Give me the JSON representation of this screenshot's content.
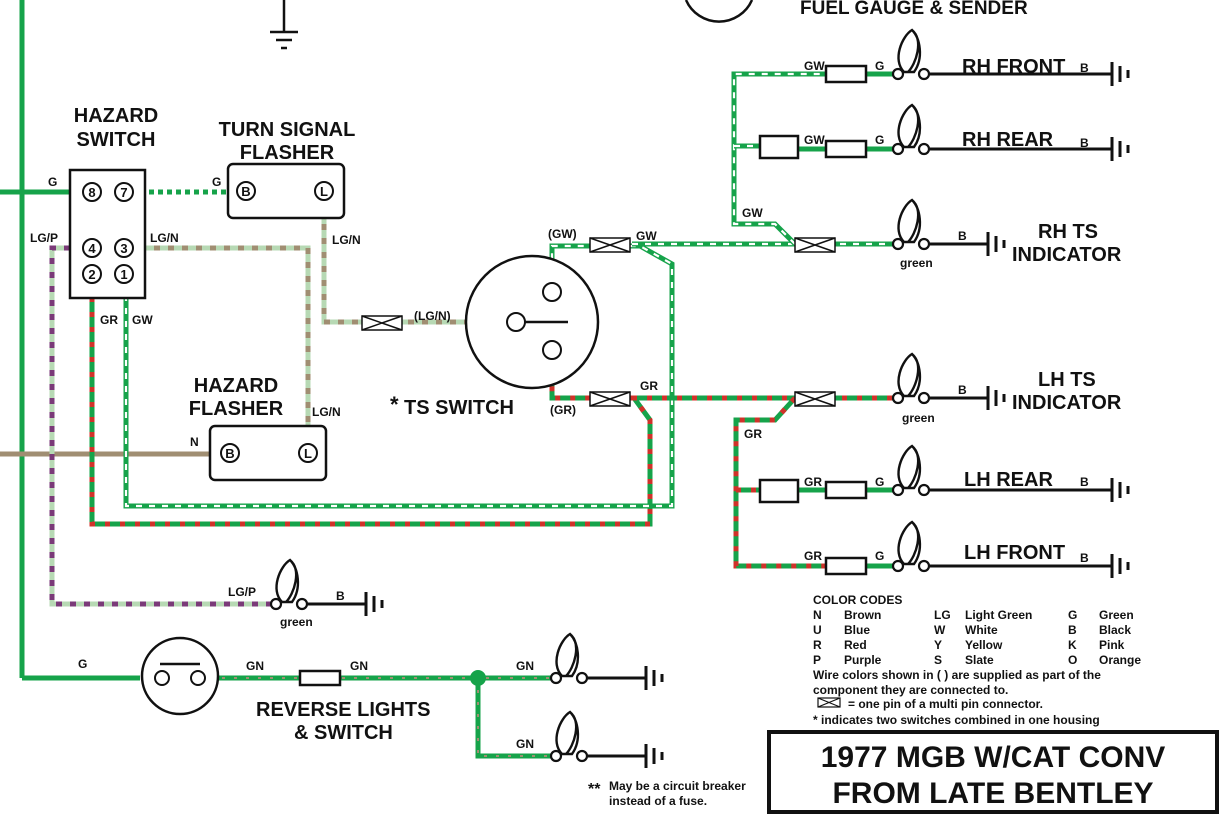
{
  "labels": {
    "fuel_gauge": "FUEL GAUGE & SENDER",
    "hazard_switch_1": "HAZARD",
    "hazard_switch_2": "SWITCH",
    "turn_flasher_1": "TURN SIGNAL",
    "turn_flasher_2": "FLASHER",
    "hazard_flasher_1": "HAZARD",
    "hazard_flasher_2": "FLASHER",
    "ts_switch": "TS SWITCH",
    "ts_star": "*",
    "reverse_1": "REVERSE LIGHTS",
    "reverse_2": "& SWITCH",
    "rh_front": "RH FRONT",
    "rh_rear": "RH REAR",
    "rh_ts_1": "RH TS",
    "rh_ts_2": "INDICATOR",
    "lh_ts_1": "LH TS",
    "lh_ts_2": "INDICATOR",
    "lh_rear": "LH REAR",
    "lh_front": "LH FRONT",
    "green": "green"
  },
  "terminals": {
    "t8": "8",
    "t7": "7",
    "t4": "4",
    "t3": "3",
    "t2": "2",
    "t1": "1",
    "B": "B",
    "L": "L"
  },
  "wires": {
    "G": "G",
    "LGP": "LG/P",
    "LGN": "LG/N",
    "LGN_paren": "(LG/N)",
    "GR": "GR",
    "GW": "GW",
    "GW_paren": "(GW)",
    "GR_paren": "(GR)",
    "N": "N",
    "B": "B",
    "GN": "GN"
  },
  "color_codes": {
    "heading": "COLOR CODES",
    "rows": [
      [
        "N",
        "Brown",
        "LG",
        "Light Green",
        "G",
        "Green"
      ],
      [
        "U",
        "Blue",
        "W",
        "White",
        "B",
        "Black"
      ],
      [
        "R",
        "Red",
        "Y",
        "Yellow",
        "K",
        "Pink"
      ],
      [
        "P",
        "Purple",
        "S",
        "Slate",
        "O",
        "Orange"
      ]
    ],
    "note1": "Wire colors shown in ( ) are supplied as part of the",
    "note2": "component they are connected to.",
    "note3": "= one pin of a multi pin connector.",
    "note4": "* indicates two switches combined in one housing"
  },
  "footnote": {
    "stars": "**",
    "line1": "May be a circuit breaker",
    "line2": "instead of a fuse."
  },
  "title": {
    "line1": "1977 MGB W/CAT CONV",
    "line2": "FROM LATE BENTLEY"
  },
  "colors": {
    "green": "#16a34a",
    "lightgreen": "#b7d9b4",
    "brown": "#a08e72",
    "red": "#d0322a",
    "purple": "#7a3a78",
    "white": "#ffffff",
    "black": "#111111"
  }
}
